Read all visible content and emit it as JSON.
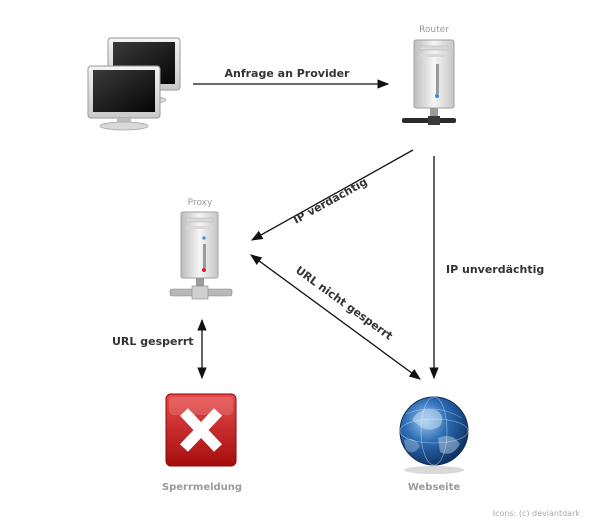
{
  "nodes": {
    "clients": {
      "label": ""
    },
    "router": {
      "label": "Router"
    },
    "proxy": {
      "label": "Proxy"
    },
    "block": {
      "label": "Sperrmeldung"
    },
    "website": {
      "label": "Webseite"
    }
  },
  "edges": {
    "request": "Anfrage an Provider",
    "ip_suspicious": "IP verdächtig",
    "ip_unsuspicious": "IP unverdächtig",
    "url_not_blocked": "URL nicht gesperrt",
    "url_blocked": "URL gesperrt"
  },
  "credit": "Icons: (c) deviantdark",
  "colors": {
    "arrow": "#111111",
    "error_red": "#cc1f1f",
    "globe_blue": "#1d4f8f"
  },
  "icons": {
    "clients": "monitors-icon",
    "router": "server-tower-icon",
    "proxy": "server-tower-icon",
    "block": "red-x-icon",
    "website": "globe-icon"
  }
}
